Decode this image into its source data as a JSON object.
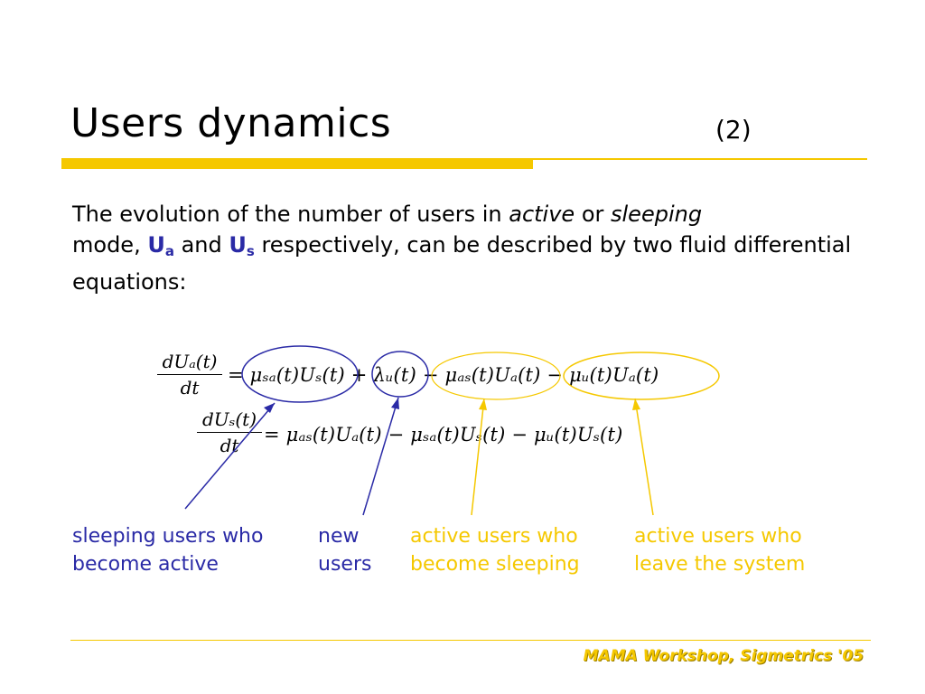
{
  "slide": {
    "title": "Users dynamics",
    "title_number": "(2)",
    "body": {
      "t1": "The evolution of the number of users in ",
      "active": "active",
      "t2": " or ",
      "sleeping": "sleeping",
      "t3": "mode, ",
      "ua": "U",
      "ua_sub": "a",
      "t4": " and ",
      "us": "U",
      "us_sub": "s",
      "t5": " respectively, can be described by two fluid differential equations:"
    },
    "equation1": {
      "lhs_num": "dUₐ(t)",
      "lhs_den": "dt",
      "rhs": "= μₛₐ(t)Uₛ(t) + λᵤ(t) − μₐₛ(t)Uₐ(t) − μᵤ(t)Uₐ(t)"
    },
    "equation2": {
      "lhs_num": "dUₛ(t)",
      "lhs_den": "dt",
      "rhs": "= μₐₛ(t)Uₐ(t) − μₛₐ(t)Uₛ(t) − μᵤ(t)Uₛ(t)"
    },
    "labels": {
      "sleeping_to_active": "sleeping users who\nbecome active",
      "new_users": "new\nusers",
      "active_to_sleeping": "active users who\nbecome sleeping",
      "active_leave": "active users who\nleave the system"
    },
    "footer": "MAMA Workshop, Sigmetrics '05",
    "colors": {
      "accent_yellow": "#f5c800",
      "blue": "#2a2aa6"
    }
  }
}
